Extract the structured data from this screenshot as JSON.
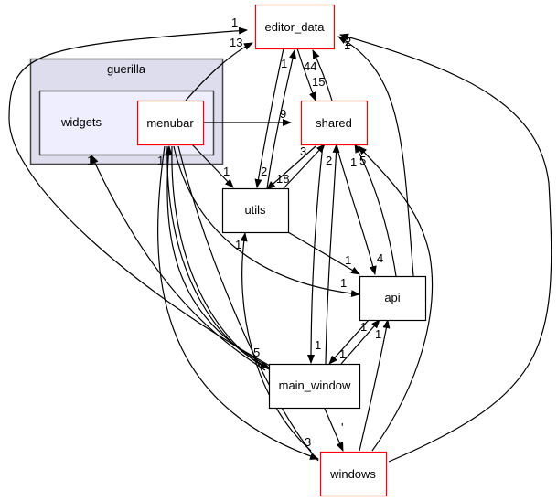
{
  "diagram": {
    "clusters": [
      {
        "id": "guerilla",
        "label": "guerilla",
        "fill": "#ddddee",
        "stroke": "#444444"
      },
      {
        "id": "guerilla-inner",
        "label": "",
        "fill": "#eeeeff",
        "stroke": "#444444"
      }
    ],
    "nodes": [
      {
        "id": "widgets",
        "label": "widgets",
        "style": "plain"
      },
      {
        "id": "menubar",
        "label": "menubar",
        "style": "red"
      },
      {
        "id": "editor_data",
        "label": "editor_data",
        "style": "red"
      },
      {
        "id": "shared",
        "label": "shared",
        "style": "red"
      },
      {
        "id": "utils",
        "label": "utils",
        "style": "black"
      },
      {
        "id": "api",
        "label": "api",
        "style": "black"
      },
      {
        "id": "main_window",
        "label": "main_window",
        "style": "black"
      },
      {
        "id": "windows",
        "label": "windows",
        "style": "red"
      }
    ],
    "edge_labels": [
      {
        "edge": "main_window-editor_data",
        "text": "1"
      },
      {
        "edge": "menubar-editor_data",
        "text": "13"
      },
      {
        "edge": "utils-editor_data",
        "text": "1"
      },
      {
        "edge": "editor_data-shared",
        "text": "44"
      },
      {
        "edge": "shared-editor_data",
        "text": "15"
      },
      {
        "edge": "api-editor_data",
        "text": "2"
      },
      {
        "edge": "windows-editor_data",
        "text": "1"
      },
      {
        "edge": "menubar-shared",
        "text": "9"
      },
      {
        "edge": "utils-shared",
        "text": "3"
      },
      {
        "edge": "shared-utils",
        "text": "18"
      },
      {
        "edge": "editor_data-utils",
        "text": "2"
      },
      {
        "edge": "menubar-utils",
        "text": "1"
      },
      {
        "edge": "main_window-shared",
        "text": "2"
      },
      {
        "edge": "api-shared",
        "text": "1"
      },
      {
        "edge": "windows-shared",
        "text": "5"
      },
      {
        "edge": "main_window-widgets",
        "text": "1"
      },
      {
        "edge": "main_window-menubar",
        "text": "1"
      },
      {
        "edge": "utils-api",
        "text": "1"
      },
      {
        "edge": "menubar-api",
        "text": "1"
      },
      {
        "edge": "shared-api",
        "text": "4"
      },
      {
        "edge": "windows-utils",
        "text": "1"
      },
      {
        "edge": "menubar-main_window",
        "text": "5"
      },
      {
        "edge": "shared-main_window",
        "text": "1"
      },
      {
        "edge": "api-main_window",
        "text": "1"
      },
      {
        "edge": "main_window-api",
        "text": "1"
      },
      {
        "edge": "windows-api",
        "text": "1"
      },
      {
        "edge": "menubar-windows",
        "text": "3"
      },
      {
        "edge": "main_window-windows",
        "text": "'"
      }
    ]
  }
}
